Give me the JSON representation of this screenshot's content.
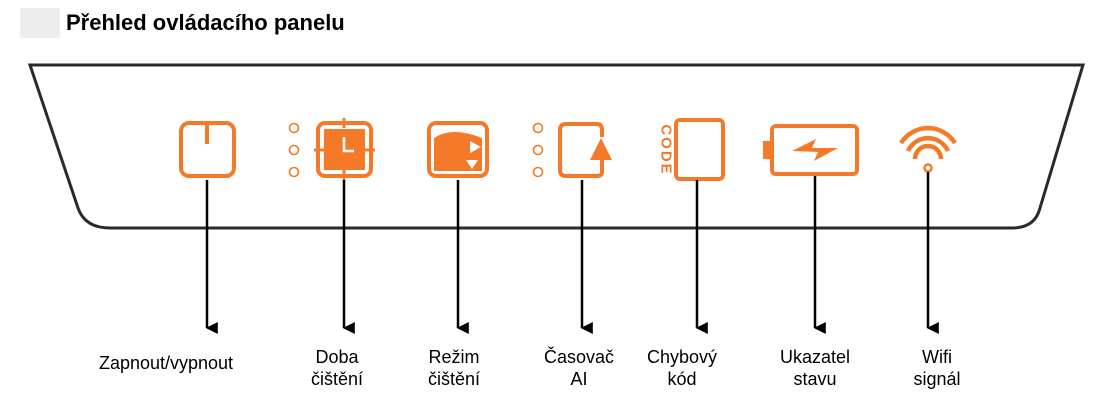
{
  "title": "Přehled ovládacího panelu",
  "accent_color": "#f47a2a",
  "icons": [
    {
      "name": "power-icon",
      "label": "Zapnout/vypnout"
    },
    {
      "name": "clock-icon",
      "label": "Doba\nčištění",
      "indicator_dots": 3
    },
    {
      "name": "mode-icon",
      "label": "Režim\nčištění"
    },
    {
      "name": "timer-icon",
      "label": "Časovač\nAI",
      "indicator_dots": 3
    },
    {
      "name": "code-icon",
      "label": "Chybový\nkód",
      "icon_text": "CODE"
    },
    {
      "name": "battery-icon",
      "label": "Ukazatel\nstavu"
    },
    {
      "name": "wifi-icon",
      "label": "Wifi\nsignál"
    }
  ]
}
